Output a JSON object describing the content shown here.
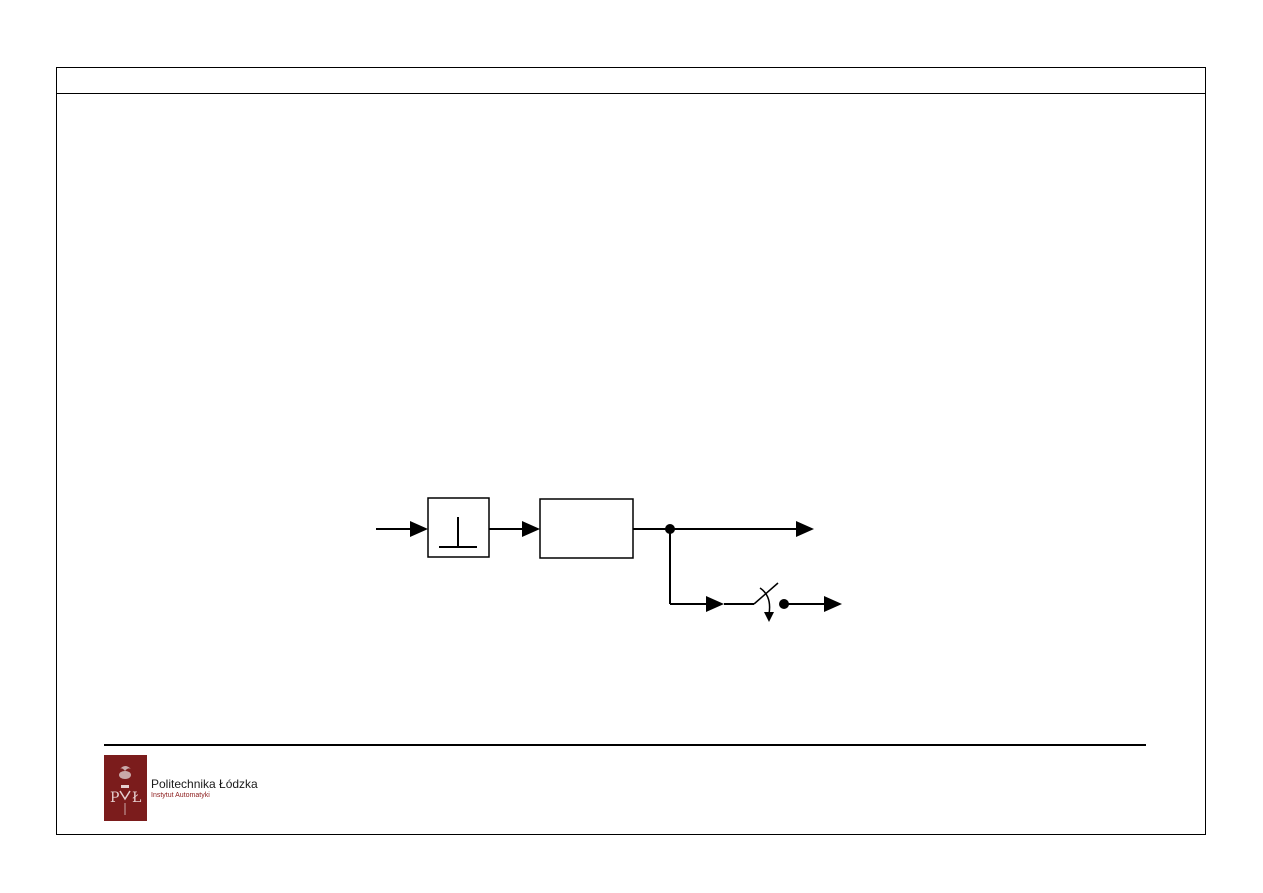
{
  "slide": {
    "title": ""
  },
  "footer": {
    "institution": "Politechnika Łódzka",
    "department": "Instytut Automatyki",
    "logo_letters": "P Ł",
    "logo_color": "#7b1c1c"
  },
  "diagram": {
    "blocks": [
      {
        "id": "limiter",
        "symbol": "⊥",
        "label": ""
      },
      {
        "id": "process",
        "label": ""
      }
    ],
    "signals": [
      {
        "id": "input",
        "label": ""
      },
      {
        "id": "output",
        "label": ""
      },
      {
        "id": "sampled-output",
        "label": ""
      }
    ]
  }
}
